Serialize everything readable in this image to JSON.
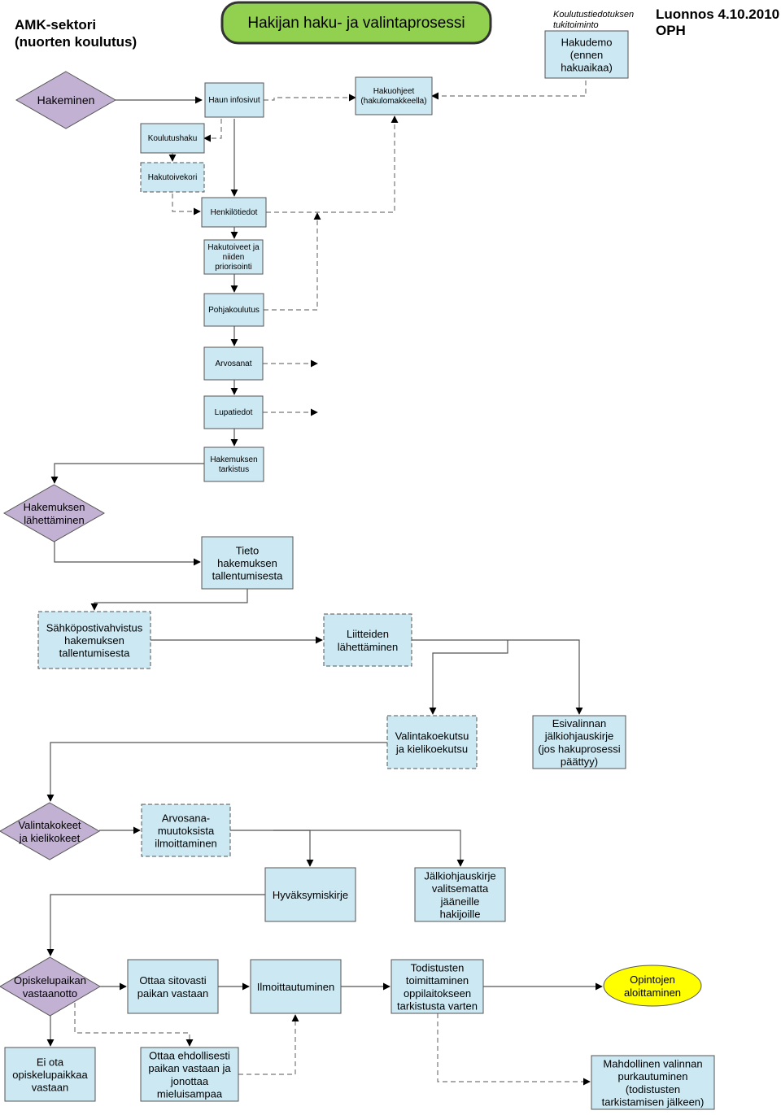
{
  "header": {
    "left_title": "AMK-sektori\n(nuorten koulutus)",
    "right_title": "Luonnos 4.10.2010\nOPH",
    "support_label": "Koulutustiedotuksen\ntukitoiminto"
  },
  "colors": {
    "process_fill": "#cce8f2",
    "decision_fill": "#c2b1d2",
    "terminal_fill": "#ffff00",
    "title_fill": "#92d050",
    "stroke": "#555555"
  },
  "nodes": [
    {
      "id": "title",
      "text": "Hakijan haku- ja valintaprosessi"
    },
    {
      "id": "hakudemo",
      "text": "Hakudemo\n(ennen\nhakuaikaa)"
    },
    {
      "id": "hakeminen",
      "text": "Hakeminen"
    },
    {
      "id": "infosivut",
      "text": "Haun infosivut"
    },
    {
      "id": "hakuohjeet",
      "text": "Hakuohjeet\n(hakulomakkeella)"
    },
    {
      "id": "koulutushaku",
      "text": "Koulutushaku"
    },
    {
      "id": "hakutoivekori",
      "text": "Hakutoivekori"
    },
    {
      "id": "henkilotiedot",
      "text": "Henkilötiedot"
    },
    {
      "id": "hakutoiveet",
      "text": "Hakutoiveet ja\nniiden\npriorisointi"
    },
    {
      "id": "pohjakoulutus",
      "text": "Pohjakoulutus"
    },
    {
      "id": "arvosanat",
      "text": "Arvosanat"
    },
    {
      "id": "lupatiedot",
      "text": "Lupatiedot"
    },
    {
      "id": "tarkistus",
      "text": "Hakemuksen\ntarkistus"
    },
    {
      "id": "lahettaminen",
      "text": "Hakemuksen\nlähettäminen"
    },
    {
      "id": "tieto",
      "text": "Tieto\nhakemuksen\ntallentumisesta"
    },
    {
      "id": "sahkoposti",
      "text": "Sähköpostivahvistus\nhakemuksen\ntallentumisesta"
    },
    {
      "id": "liitteet",
      "text": "Liitteiden\nlähettäminen"
    },
    {
      "id": "valintakoekutsu",
      "text": "Valintakoekutsu\nja kielikoekutsu"
    },
    {
      "id": "esivalinta",
      "text": "Esivalinnan\njälkiohjauskirje\n(jos hakuprosessi\npäättyy)"
    },
    {
      "id": "valintakokeet",
      "text": "Valintakokeet\nja kielikokeet"
    },
    {
      "id": "arvosanamuutos",
      "text": "Arvosana-\nmuutoksista\nilmoittaminen"
    },
    {
      "id": "hyvaksymiskirje",
      "text": "Hyväksymiskirje"
    },
    {
      "id": "jalkiohjaus",
      "text": "Jälkiohjauskirje\nvalitsematta\njääneille\nhakijoille"
    },
    {
      "id": "opiskelupaikka",
      "text": "Opiskelupaikan\nvastaanotto"
    },
    {
      "id": "sitovasti",
      "text": "Ottaa sitovasti\npaikan vastaan"
    },
    {
      "id": "ilmoittautuminen",
      "text": "Ilmoittautuminen"
    },
    {
      "id": "todistukset",
      "text": "Todistusten\ntoimittaminen\noppilaitokseen\ntarkistusta varten"
    },
    {
      "id": "opintojen",
      "text": "Opintojen\naloittaminen"
    },
    {
      "id": "eiota",
      "text": "Ei ota\nopiskelupaikkaa\nvastaan"
    },
    {
      "id": "ehdollisesti",
      "text": "Ottaa ehdollisesti\npaikan vastaan ja\njonottaa\nmieluisampaa"
    },
    {
      "id": "purkautuminen",
      "text": "Mahdollinen valinnan\npurkautuminen\n(todistusten\ntarkistamisen jälkeen)"
    }
  ]
}
